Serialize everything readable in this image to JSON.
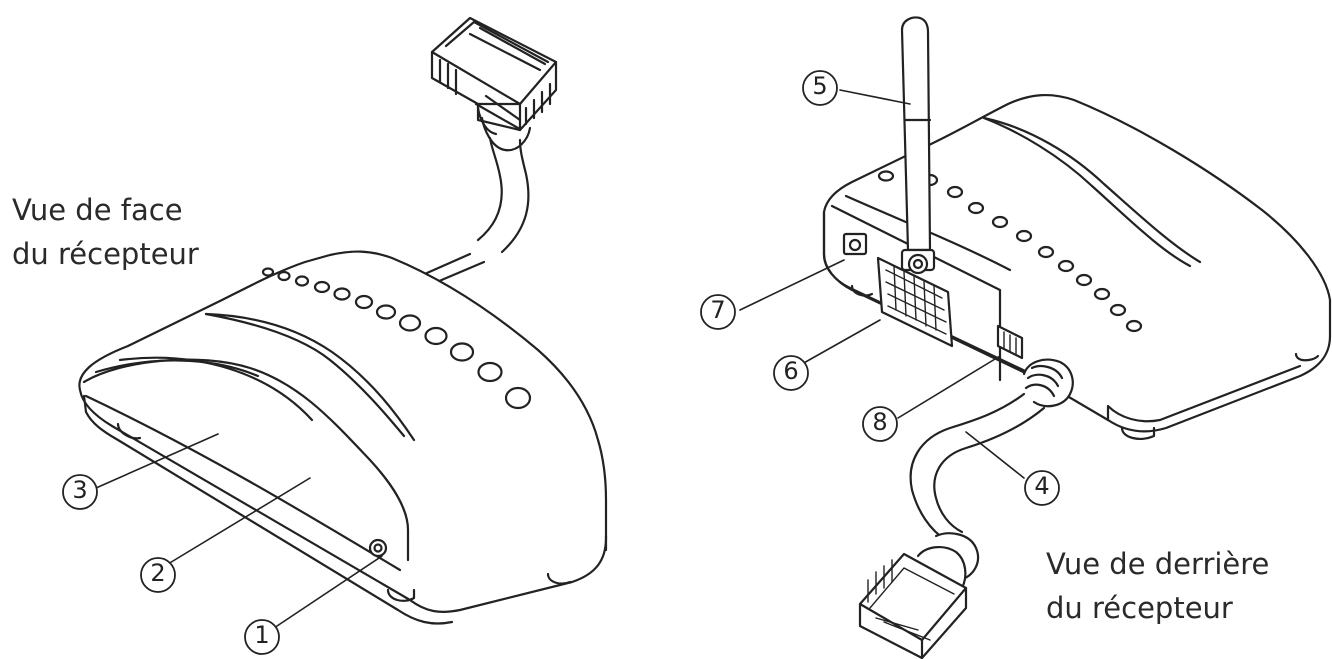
{
  "captions": {
    "front": {
      "line1": "Vue de face",
      "line2": "du récepteur"
    },
    "back": {
      "line1": "Vue de derrière",
      "line2": "du récepteur"
    }
  },
  "callouts": [
    "1",
    "2",
    "3",
    "4",
    "5",
    "6",
    "7",
    "8"
  ],
  "colors": {
    "line": "#222222",
    "shade": "#e9e9e9",
    "background": "#ffffff"
  }
}
